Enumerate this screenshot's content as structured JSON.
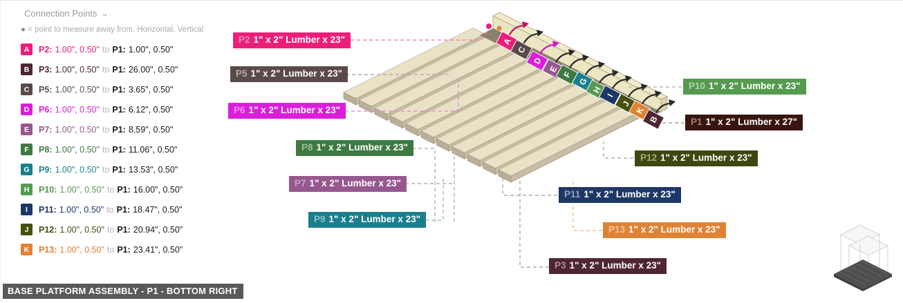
{
  "header": {
    "title": "Connection Points →",
    "legend_dot": "●",
    "legend_text": "= point to measure away from. Horizontal, Vertical"
  },
  "words": {
    "to": "to"
  },
  "rows": [
    {
      "letter": "A",
      "color": "#ED1E79",
      "part": "P2:",
      "from": "1.00\", 0.50\"",
      "to_part": "P1:",
      "to": "1.00\", 0.50\""
    },
    {
      "letter": "B",
      "color": "#4E2631",
      "part": "P3:",
      "from": "1.00\", 0.50\"",
      "to_part": "P1:",
      "to": "26.00\", 0.50\""
    },
    {
      "letter": "C",
      "color": "#5A4A4A",
      "part": "P5:",
      "from": "1.00\", 0.50\"",
      "to_part": "P1:",
      "to": "3.65\", 0.50\""
    },
    {
      "letter": "D",
      "color": "#DB1EDB",
      "part": "P6:",
      "from": "1.00\", 0.50\"",
      "to_part": "P1:",
      "to": "6.12\", 0.50\""
    },
    {
      "letter": "E",
      "color": "#96588E",
      "part": "P7:",
      "from": "1.00\", 0.50\"",
      "to_part": "P1:",
      "to": "8.59\", 0.50\""
    },
    {
      "letter": "F",
      "color": "#3D7A42",
      "part": "P8:",
      "from": "1.00\", 0.50\"",
      "to_part": "P1:",
      "to": "11.06\", 0.50\""
    },
    {
      "letter": "G",
      "color": "#1A7F8D",
      "part": "P9:",
      "from": "1.00\", 0.50\"",
      "to_part": "P1:",
      "to": "13.53\", 0.50\""
    },
    {
      "letter": "H",
      "color": "#569A4F",
      "part": "P10:",
      "from": "1.00\", 0.50\"",
      "to_part": "P1:",
      "to": "16.00\", 0.50\""
    },
    {
      "letter": "I",
      "color": "#1E3866",
      "part": "P11:",
      "from": "1.00\", 0.50\"",
      "to_part": "P1:",
      "to": "18.47\", 0.50\""
    },
    {
      "letter": "J",
      "color": "#474F0E",
      "part": "P12:",
      "from": "1.00\", 0.50\"",
      "to_part": "P1:",
      "to": "20.94\", 0.50\""
    },
    {
      "letter": "K",
      "color": "#E08234",
      "part": "P13:",
      "from": "1.00\", 0.50\"",
      "to_part": "P1:",
      "to": "23.41\", 0.50\""
    }
  ],
  "labels": [
    {
      "id": "P2",
      "text": "1\" x 2\" Lumber x 23\"",
      "color": "#ED1E79",
      "prefix_color": "#F48AB9"
    },
    {
      "id": "P5",
      "text": "1\" x 2\" Lumber x 23\"",
      "color": "#5A4A4A",
      "prefix_color": "#B7A8A6"
    },
    {
      "id": "P6",
      "text": "1\" x 2\" Lumber x 23\"",
      "color": "#DB1EDB",
      "prefix_color": "#F08CF0"
    },
    {
      "id": "P8",
      "text": "1\" x 2\" Lumber x 23\"",
      "color": "#3D7A42",
      "prefix_color": "#9DC0A0"
    },
    {
      "id": "P7",
      "text": "1\" x 2\" Lumber x 23\"",
      "color": "#96588E",
      "prefix_color": "#C9A6C2"
    },
    {
      "id": "P9",
      "text": "1\" x 2\" Lumber x 23\"",
      "color": "#1A7F8D",
      "prefix_color": "#8EC2CB"
    },
    {
      "id": "P10",
      "text": "1\" x 2\" Lumber x 23\"",
      "color": "#569A4F",
      "prefix_color": "#B2D3AC"
    },
    {
      "id": "P1",
      "text": "1\" x 2\" Lumber x 27\"",
      "color": "#381510",
      "prefix_color": "#9E7F75"
    },
    {
      "id": "P12",
      "text": "1\" x 2\" Lumber x 23\"",
      "color": "#3E470F",
      "prefix_color": "#A3AB85"
    },
    {
      "id": "P11",
      "text": "1\" x 2\" Lumber x 23\"",
      "color": "#1E3866",
      "prefix_color": "#96A3C4"
    },
    {
      "id": "P13",
      "text": "1\" x 2\" Lumber x 23\"",
      "color": "#E08234",
      "prefix_color": "#F2C79E"
    },
    {
      "id": "P3",
      "text": "1\" x 2\" Lumber x 23\"",
      "color": "#4E2631",
      "prefix_color": "#AD8C95"
    }
  ],
  "model": {
    "badges": [
      {
        "letter": "A",
        "color": "#ED1E79"
      },
      {
        "letter": "C",
        "color": "#5A4A4A"
      },
      {
        "letter": "D",
        "color": "#DB1EDB"
      },
      {
        "letter": "E",
        "color": "#96588E"
      },
      {
        "letter": "F",
        "color": "#3D7A42"
      },
      {
        "letter": "G",
        "color": "#1A7F8D"
      },
      {
        "letter": "H",
        "color": "#569A4F"
      },
      {
        "letter": "I",
        "color": "#1E3866"
      },
      {
        "letter": "J",
        "color": "#474F0E"
      },
      {
        "letter": "K",
        "color": "#E08234"
      },
      {
        "letter": "B",
        "color": "#4E2631"
      }
    ],
    "measure_dot_colors": [
      "#ED1E79",
      "#E08234"
    ]
  },
  "footer": {
    "title": "BASE PLATFORM ASSEMBLY - P1 - BOTTOM RIGHT"
  }
}
